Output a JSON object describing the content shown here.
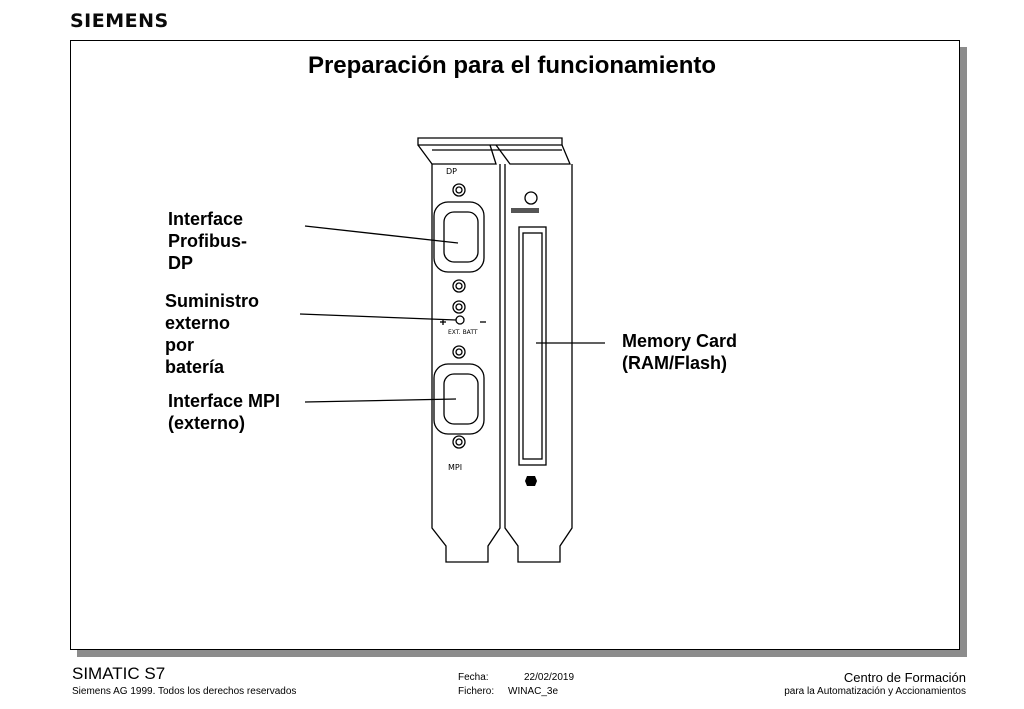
{
  "brand": {
    "logo_text": "SIEMENS"
  },
  "slide": {
    "title": "Preparación para el funcionamiento",
    "labels": {
      "profibus": "Interface\nProfibus-\nDP",
      "battery": "Suministro\nexterno\npor\nbatería",
      "mpi": "Interface MPI\n(externo)",
      "memory_card": "Memory Card\n(RAM/Flash)"
    },
    "diagram": {
      "dp_label": "DP",
      "mpi_label": "MPI",
      "ext_label": "EXT. BATT"
    }
  },
  "footer": {
    "product": "SIMATIC S7",
    "copyright": "Siemens AG 1999. Todos los derechos reservados",
    "date_label": "Fecha:",
    "date_value": "22/02/2019",
    "file_label": "Fichero:",
    "file_value": "WINAC_3e",
    "center_title": "Centro de Formación",
    "center_subtitle": "para la Automatización y Accionamientos"
  }
}
